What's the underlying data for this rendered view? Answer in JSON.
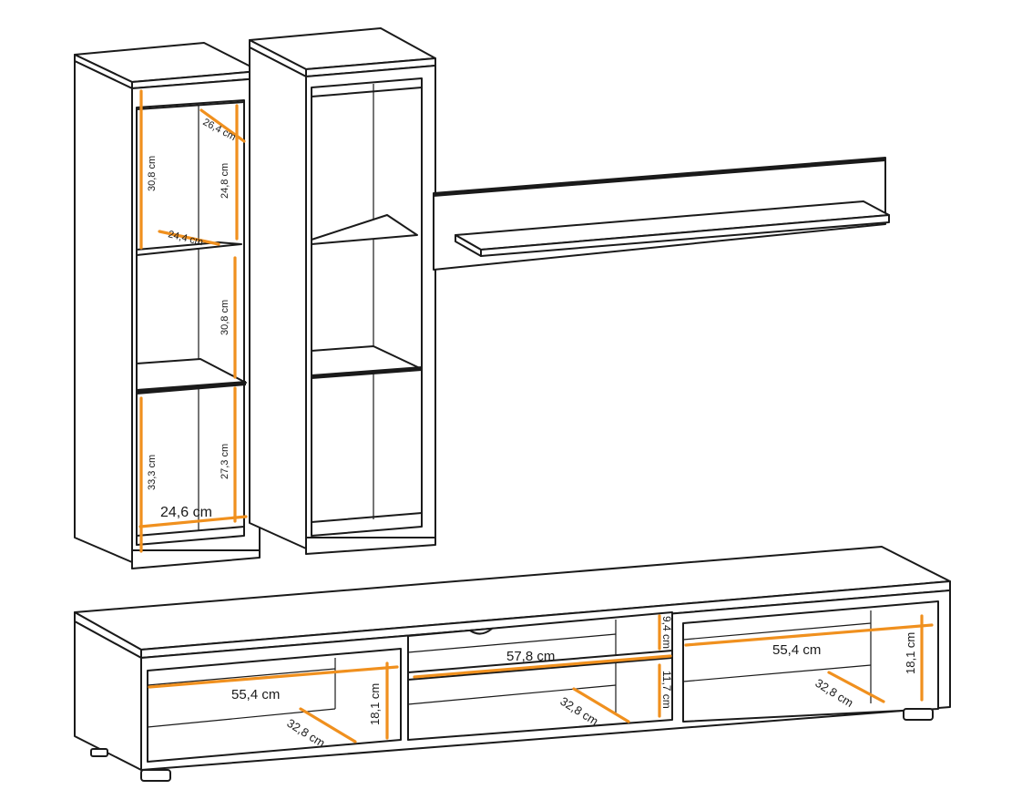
{
  "colors": {
    "outline": "#1a1a1a",
    "dimension_arrow": "#f0901e",
    "background": "#ffffff"
  },
  "dimensions": {
    "left_cabinet": {
      "top_depth": "26,4 cm",
      "top_inner_height": "30,8 cm",
      "top_back_height": "24,8 cm",
      "shelf_depth": "24,4 cm",
      "middle_height": "30,8 cm",
      "bottom_inner_height": "33,3 cm",
      "bottom_back_height": "27,3 cm",
      "inner_width": "24,6 cm"
    },
    "tv_unit": {
      "left_width": "55,4 cm",
      "left_height": "18,1 cm",
      "left_depth": "32,8 cm",
      "center_width": "57,8 cm",
      "center_top_height": "9,4 cm",
      "center_bottom_height": "11,7 cm",
      "center_depth": "32,8 cm",
      "right_width": "55,4 cm",
      "right_height": "18,1 cm",
      "right_depth": "32,8 cm"
    }
  }
}
